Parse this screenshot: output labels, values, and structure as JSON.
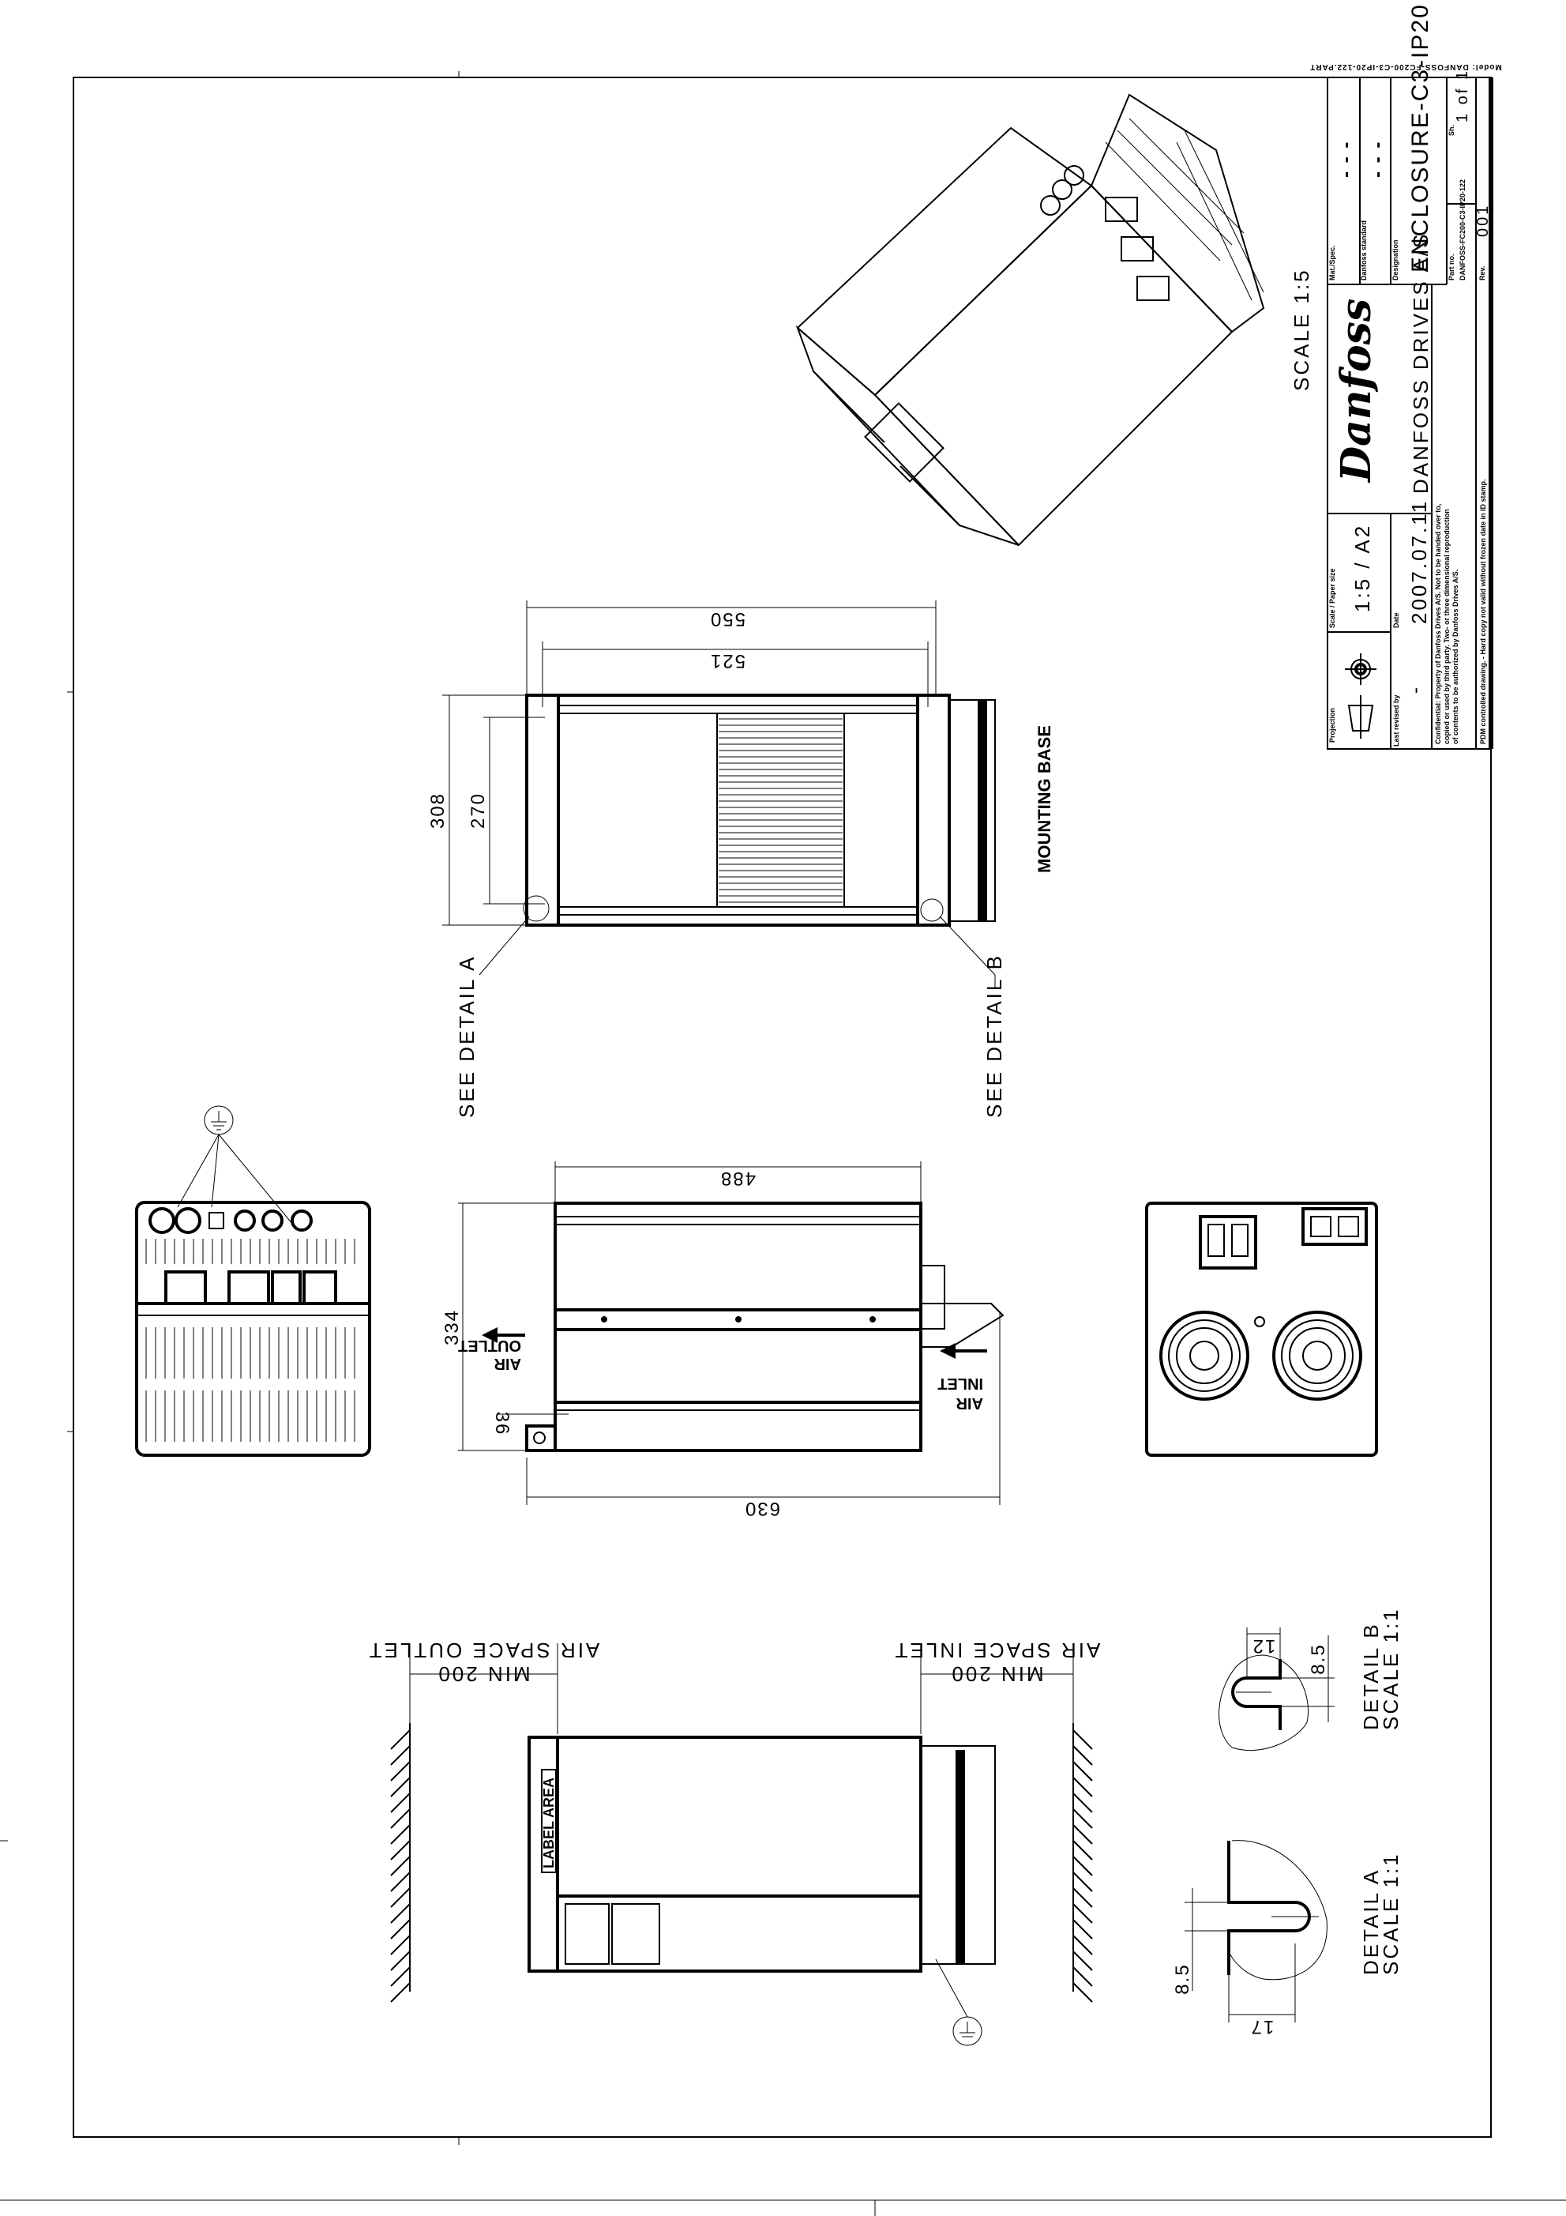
{
  "model_label": "Model: DANFOSS-FC200-C3-IP20-122.PART",
  "scale_note": "SCALE 1:5",
  "title_block": {
    "mat_spec_label": "Mat./Spec.",
    "mat_spec_value": "- - -",
    "danfoss_standard_label": "Danfoss standard",
    "danfoss_standard_value": "- - -",
    "designation_label": "Designation",
    "designation_value": "ENCLOSURE-C3-IP20",
    "part_no_label": "Part no.",
    "part_no_value": "DANFOSS-FC200-C3-IP20-122",
    "sheet_label": "Sh.",
    "sheet_value": "1 of 1",
    "rev_label": "Rev.",
    "rev_value": "001",
    "company_logo": "Danfoss",
    "company_name": "DANFOSS DRIVES A/S",
    "projection_label": "Projection",
    "scale_paper_label": "Scale / Paper size",
    "scale_paper_value": "1:5 / A2",
    "last_revised_label": "Last revised by",
    "last_revised_value": "-",
    "date_label": "Date",
    "date_value": "2007.07.11",
    "confidential_lines": [
      "Confidential: Property of Danfoss Drives A/S. Not to be handed over to,",
      "copied or used by third party. Two- or three dimensional reproduction",
      "of contents to be authorized by Danfoss Drives A/S."
    ],
    "pdm_note": "PDM controlled drawing. - Hard copy not valid without frozen date in ID stamp."
  },
  "top_view": {
    "dim_overall_width": "550",
    "dim_hole_spacing": "521",
    "dim_depth": "308",
    "dim_inner_depth": "270",
    "see_detail_a": "SEE DETAIL  A",
    "see_detail_b": "SEE DETAIL  B",
    "mounting_base": "MOUNTING BASE"
  },
  "side_view": {
    "dim_body_height": "488",
    "dim_total_height": "630",
    "dim_depth": "334",
    "dim_offset": "36",
    "air_outlet": [
      "AIR",
      "OUTLET"
    ],
    "air_inlet": [
      "AIR",
      "INLET"
    ]
  },
  "front_view": {
    "label_area": "LABEL AREA",
    "air_space_outlet": [
      "AIR SPACE OUTLET",
      "MIN 200"
    ],
    "air_space_inlet": [
      "AIR SPACE INLET",
      "MIN 200"
    ]
  },
  "detail_a": {
    "title": "DETAIL  A",
    "scale": "SCALE  1:1",
    "dim_slot": "8.5",
    "dim_depth": "17"
  },
  "detail_b": {
    "title": "DETAIL  B",
    "scale": "SCALE  1:1",
    "dim_slot": "8.5",
    "dim_depth": "12"
  }
}
